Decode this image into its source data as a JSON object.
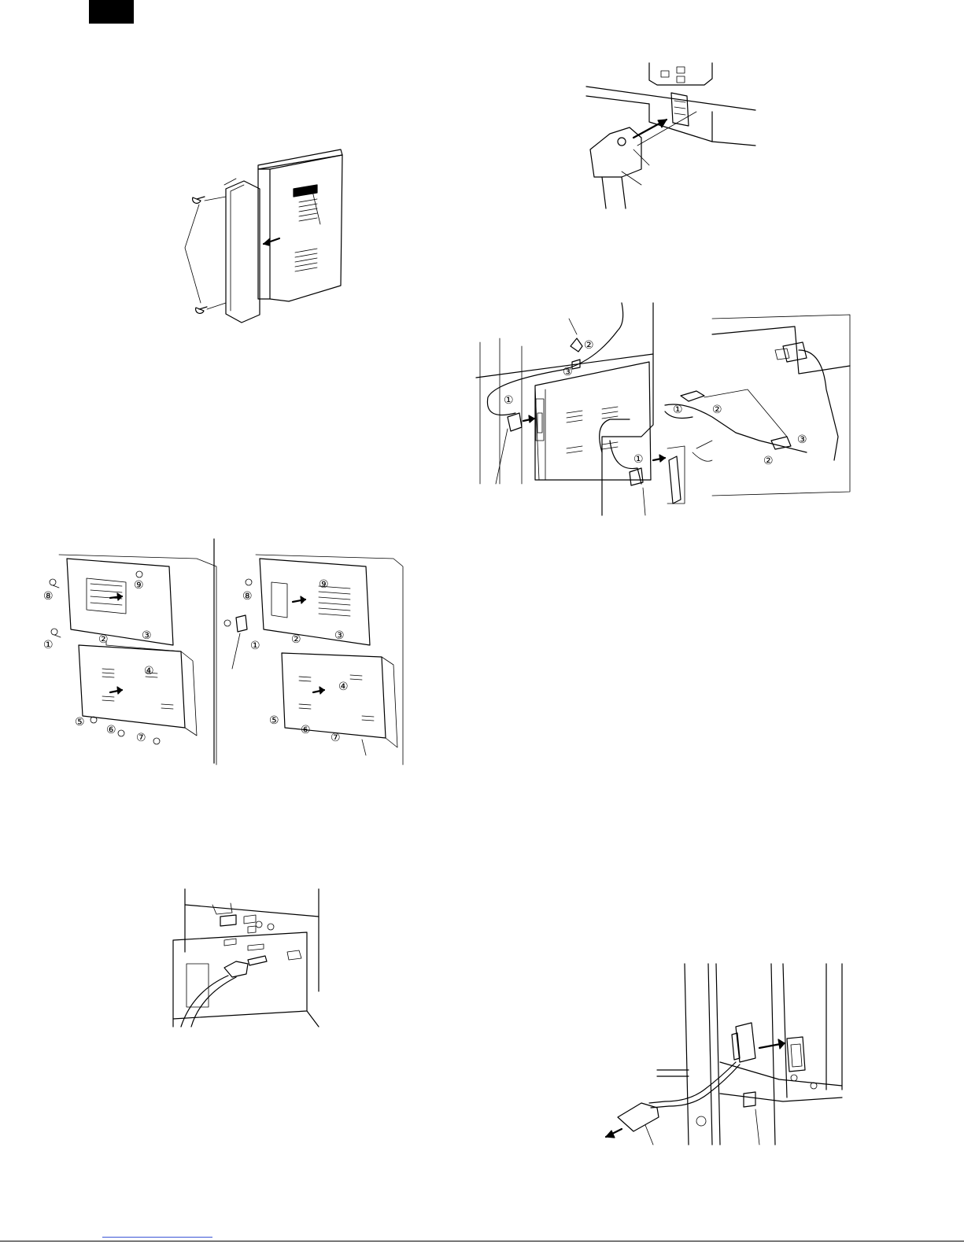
{
  "document": {
    "colors": {
      "ink": "#000000",
      "paper": "#ffffff",
      "footer_link": "#3b54d6"
    },
    "figures": [
      {
        "id": "fig-side-cover-removal",
        "items": []
      },
      {
        "id": "fig-connector-insert",
        "items": []
      },
      {
        "id": "fig-cable-routing",
        "callouts": [
          "①",
          "②",
          "③",
          "①",
          "②",
          "③",
          "②",
          "③",
          "①"
        ]
      },
      {
        "id": "fig-rear-covers-a",
        "callouts": [
          "⑧",
          "⑨",
          "①",
          "②",
          "③",
          "④",
          "⑤",
          "⑥",
          "⑦"
        ]
      },
      {
        "id": "fig-rear-covers-b",
        "callouts": [
          "⑧",
          "⑨",
          "①",
          "②",
          "③",
          "④",
          "⑤",
          "⑥",
          "⑦"
        ]
      },
      {
        "id": "fig-interface-cable",
        "items": []
      },
      {
        "id": "fig-parallel-cable-removal",
        "items": []
      }
    ]
  }
}
